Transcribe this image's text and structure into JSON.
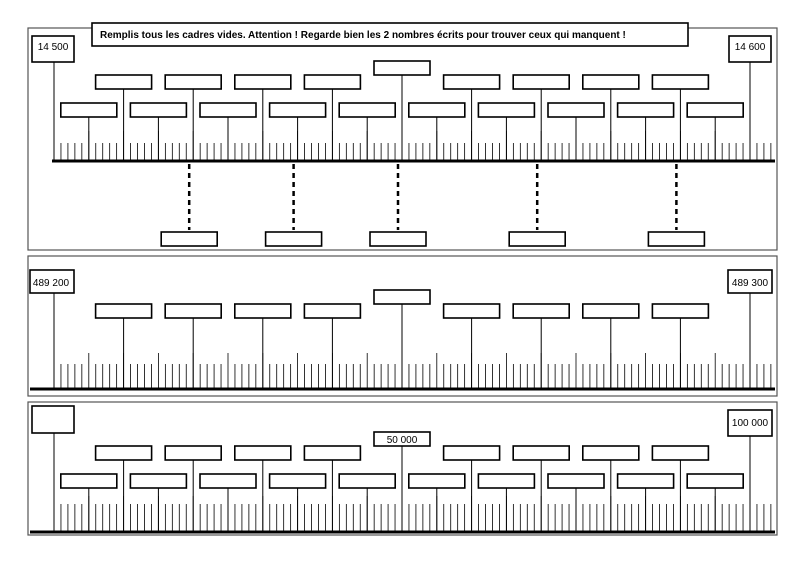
{
  "instruction": "Remplis tous les cadres vides. Attention ! Regarde bien les 2 nombres écrits pour trouver ceux qui manquent !",
  "lines": [
    {
      "start_label": "14 500",
      "end_label": "14 600",
      "middle_label": ""
    },
    {
      "start_label": "489 200",
      "end_label": "489 300",
      "middle_label": ""
    },
    {
      "start_label": "",
      "end_label": "100 000",
      "middle_label": "50 000"
    }
  ]
}
